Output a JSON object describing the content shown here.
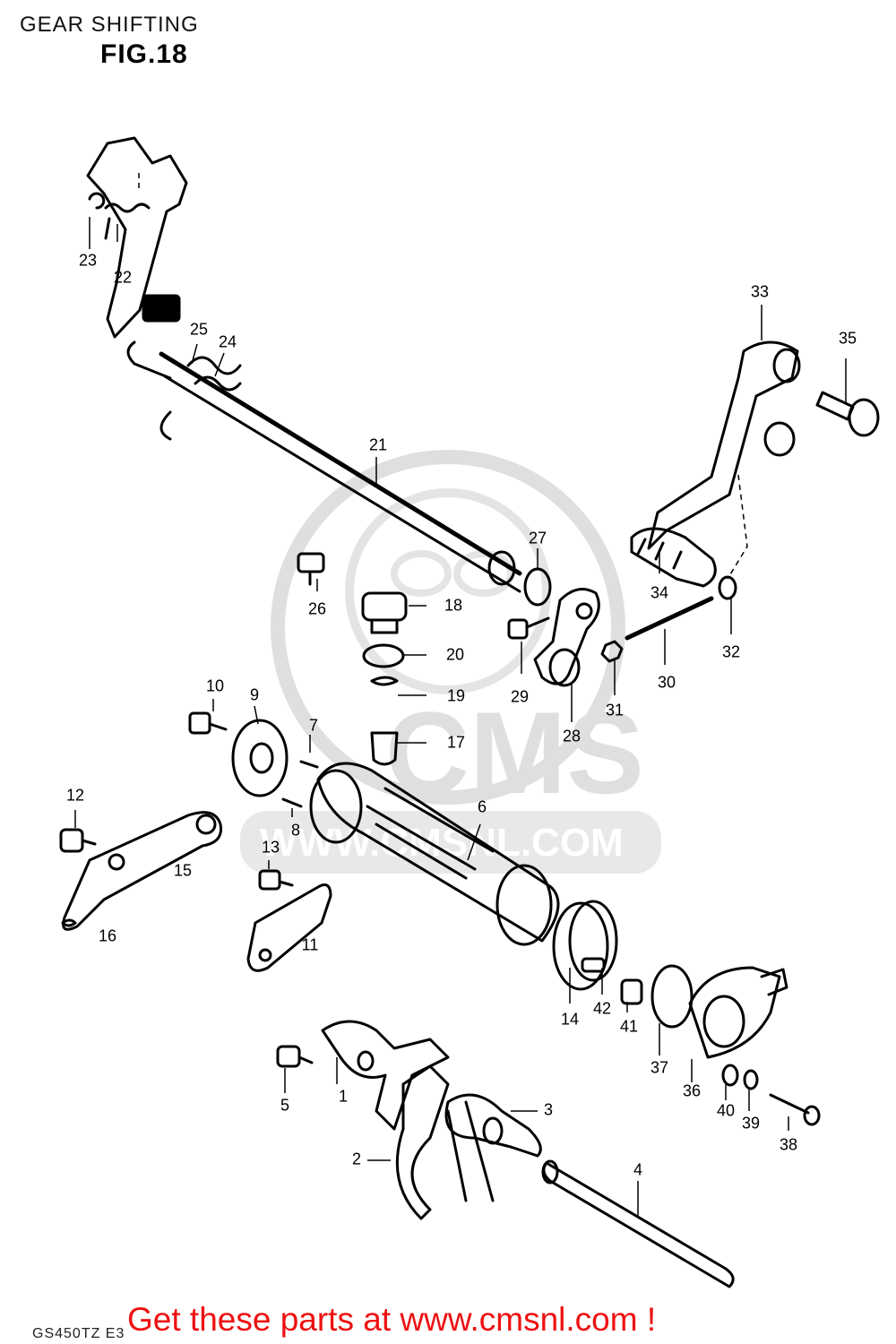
{
  "page": {
    "title": "GEAR SHIFTING",
    "figure": "FIG.18",
    "model_code": "GS450TZ E3",
    "promo_text": "Get these parts at www.cmsnl.com !",
    "accent_color": "#ee1111",
    "watermark": {
      "brand": "CMS",
      "site": "WWW.CMSNL.COM",
      "color": "#d8d8d8"
    }
  },
  "callouts": [
    {
      "id": "c1",
      "text": "1"
    },
    {
      "id": "c2",
      "text": "2"
    },
    {
      "id": "c3",
      "text": "3"
    },
    {
      "id": "c4",
      "text": "4"
    },
    {
      "id": "c5",
      "text": "5"
    },
    {
      "id": "c6",
      "text": "6"
    },
    {
      "id": "c7",
      "text": "7"
    },
    {
      "id": "c8",
      "text": "8"
    },
    {
      "id": "c9",
      "text": "9"
    },
    {
      "id": "c10",
      "text": "10"
    },
    {
      "id": "c11",
      "text": "11"
    },
    {
      "id": "c12",
      "text": "12"
    },
    {
      "id": "c13",
      "text": "13"
    },
    {
      "id": "c14",
      "text": "14"
    },
    {
      "id": "c15",
      "text": "15"
    },
    {
      "id": "c16",
      "text": "16"
    },
    {
      "id": "c17",
      "text": "17"
    },
    {
      "id": "c18",
      "text": "18"
    },
    {
      "id": "c19",
      "text": "19"
    },
    {
      "id": "c20",
      "text": "20"
    },
    {
      "id": "c21",
      "text": "21"
    },
    {
      "id": "c22",
      "text": "22"
    },
    {
      "id": "c23",
      "text": "23"
    },
    {
      "id": "c24",
      "text": "24"
    },
    {
      "id": "c25",
      "text": "25"
    },
    {
      "id": "c26",
      "text": "26"
    },
    {
      "id": "c27",
      "text": "27"
    },
    {
      "id": "c28",
      "text": "28"
    },
    {
      "id": "c29",
      "text": "29"
    },
    {
      "id": "c30",
      "text": "30"
    },
    {
      "id": "c31",
      "text": "31"
    },
    {
      "id": "c32",
      "text": "32"
    },
    {
      "id": "c33",
      "text": "33"
    },
    {
      "id": "c34",
      "text": "34"
    },
    {
      "id": "c35",
      "text": "35"
    },
    {
      "id": "c36",
      "text": "36"
    },
    {
      "id": "c37",
      "text": "37"
    },
    {
      "id": "c38",
      "text": "38"
    },
    {
      "id": "c39",
      "text": "39"
    },
    {
      "id": "c40",
      "text": "40"
    },
    {
      "id": "c41",
      "text": "41"
    },
    {
      "id": "c42",
      "text": "42"
    }
  ]
}
